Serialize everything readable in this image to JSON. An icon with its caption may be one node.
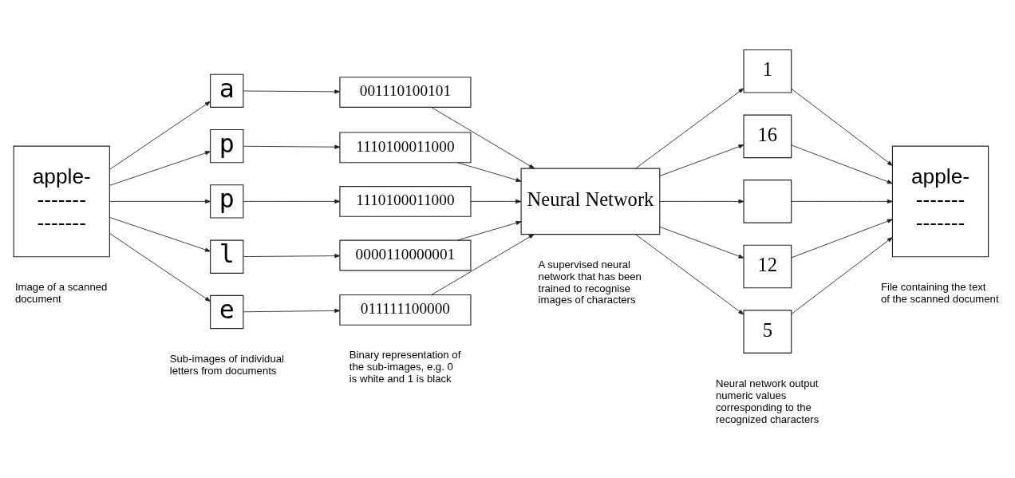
{
  "diagram": {
    "nodes": [
      {
        "text": [
          "apple-",
          "-------",
          "-------"
        ],
        "beside": [
          "Image of a scanned document"
        ]
      },
      {
        "text": [
          "a"
        ]
      },
      {
        "text": [
          "p"
        ]
      },
      {
        "text": [
          "p"
        ]
      },
      {
        "text": [
          "l"
        ]
      },
      {
        "text": [
          "e"
        ],
        "beside": [
          "Sub-images of individual letters from documents"
        ]
      },
      {
        "text": [
          "001110100101"
        ]
      },
      {
        "text": [
          "1110100011000"
        ]
      },
      {
        "text": [
          "1110100011000"
        ]
      },
      {
        "text": [
          "0000110000001"
        ]
      },
      {
        "text": [
          "011111100000"
        ],
        "beside": [
          "Binary representation of the sub-images, e.g. 0 is white and 1 is black"
        ]
      },
      {
        "text": [
          "Neural Network"
        ],
        "beside": [
          "A supervised neural network that has been trained to recognise images of characters"
        ]
      },
      {
        "text": [
          "1"
        ]
      },
      {
        "text": [
          "16"
        ]
      },
      {
        "text": [],
        "shape": "box"
      },
      {
        "text": [
          "12"
        ]
      },
      {
        "text": [
          "5"
        ],
        "beside": [
          "Neural network output numeric values corresponding to the recognized characters"
        ]
      },
      {
        "text": [
          "apple-",
          "-------",
          "-------"
        ],
        "beside": [
          "File containing the text of the scanned document"
        ]
      }
    ],
    "edges": [
      {
        "from": 0,
        "to": 1,
        "arrow": "to"
      },
      {
        "from": 0,
        "to": 2,
        "arrow": "to"
      },
      {
        "from": 0,
        "to": 3,
        "arrow": "to"
      },
      {
        "from": 0,
        "to": 4,
        "arrow": "to"
      },
      {
        "from": 0,
        "to": 5,
        "arrow": "to"
      },
      {
        "from": 1,
        "to": 6,
        "arrow": "to"
      },
      {
        "from": 2,
        "to": 7,
        "arrow": "to"
      },
      {
        "from": 3,
        "to": 8,
        "arrow": "to"
      },
      {
        "from": 4,
        "to": 9,
        "arrow": "to"
      },
      {
        "from": 5,
        "to": 10,
        "arrow": "to"
      },
      {
        "from": 6,
        "to": 11,
        "arrow": "to"
      },
      {
        "from": 7,
        "to": 11,
        "arrow": "to"
      },
      {
        "from": 8,
        "to": 11,
        "arrow": "to"
      },
      {
        "from": 9,
        "to": 11,
        "arrow": "to"
      },
      {
        "from": 10,
        "to": 11,
        "arrow": "to"
      },
      {
        "from": 11,
        "to": 12,
        "arrow": "to"
      },
      {
        "from": 11,
        "to": 13,
        "arrow": "to"
      },
      {
        "from": 11,
        "to": 14,
        "arrow": "to"
      },
      {
        "from": 11,
        "to": 15,
        "arrow": "to"
      },
      {
        "from": 11,
        "to": 16,
        "arrow": "to"
      },
      {
        "from": 12,
        "to": 17,
        "arrow": "to"
      },
      {
        "from": 13,
        "to": 17,
        "arrow": "to"
      },
      {
        "from": 14,
        "to": 17,
        "arrow": "to"
      },
      {
        "from": 15,
        "to": 17,
        "arrow": "to"
      },
      {
        "from": 16,
        "to": 17,
        "arrow": "to"
      }
    ]
  }
}
